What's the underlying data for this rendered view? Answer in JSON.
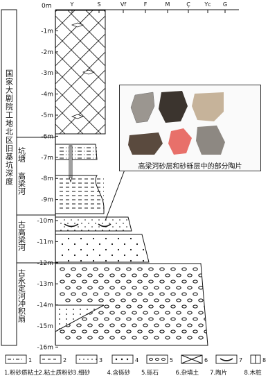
{
  "depth_axis": {
    "start_label": "0m",
    "ticks": [
      {
        "label": "-1m",
        "depth": 1
      },
      {
        "label": "-2m",
        "depth": 2
      },
      {
        "label": "-3m",
        "depth": 3
      },
      {
        "label": "-4m",
        "depth": 4
      },
      {
        "label": "-5m",
        "depth": 5
      },
      {
        "label": "-6m",
        "depth": 6
      },
      {
        "label": "-7m",
        "depth": 7
      },
      {
        "label": "-8m",
        "depth": 8
      },
      {
        "label": "-9m",
        "depth": 9
      },
      {
        "label": "-10m",
        "depth": 10
      },
      {
        "label": "-11m",
        "depth": 11
      },
      {
        "label": "-12m",
        "depth": 12
      },
      {
        "label": "-13m",
        "depth": 13
      },
      {
        "label": "-14m",
        "depth": 14
      },
      {
        "label": "-15m",
        "depth": 15
      },
      {
        "label": "-16m",
        "depth": 16
      }
    ]
  },
  "grain_columns": [
    "Y",
    "S",
    "Vf",
    "F",
    "M",
    "Ç",
    "Yc",
    "G"
  ],
  "side_labels": {
    "left_column": "国家大剧院工地北区旧基坑深度",
    "pit": "坑塘",
    "gaolianghe": "高梁河",
    "ancient_gaolianghe": "古高梁河",
    "ancient_yongding": "古永定河冲积扇"
  },
  "photo_caption": "高梁河砂层和砂砾层中的部分陶片",
  "legend": [
    {
      "num": "1",
      "label": "1.粉砂质粘土"
    },
    {
      "num": "2",
      "label": "2.粘土质粉砂"
    },
    {
      "num": "3",
      "label": "3.细砂"
    },
    {
      "num": "4",
      "label": "4.含砾砂"
    },
    {
      "num": "5",
      "label": "5.砾石"
    },
    {
      "num": "6",
      "label": "6.杂填土"
    },
    {
      "num": "7",
      "label": "7.陶片"
    },
    {
      "num": "8",
      "label": "8.木桩"
    }
  ],
  "colors": {
    "line": "#111111",
    "sherd_gray": "#9b9690",
    "sherd_dark": "#3b342e",
    "sherd_tan": "#c6b39a",
    "sherd_brown": "#5a4a3e",
    "sherd_red": "#e8706a",
    "sherd_slate": "#8d8882"
  }
}
